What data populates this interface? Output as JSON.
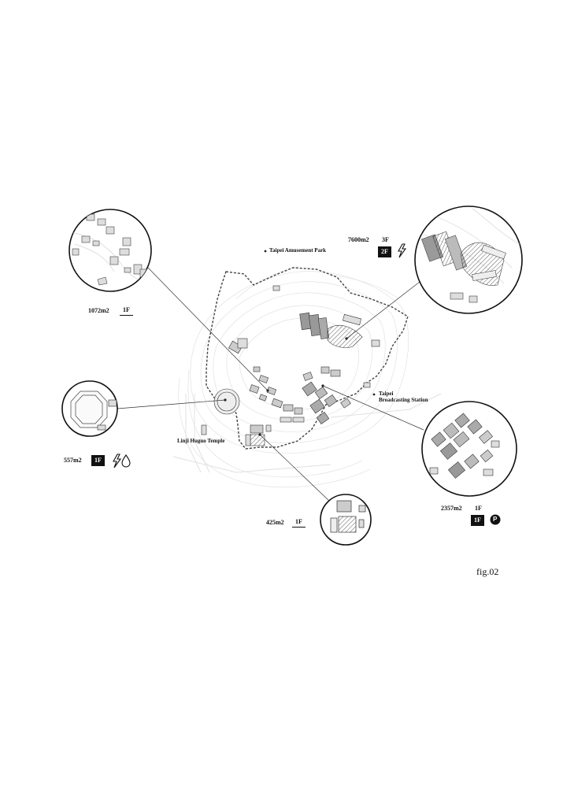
{
  "places": {
    "amusement_park": "Taipei Amusement Park",
    "broadcasting_line1": "Taipei",
    "broadcasting_line2": "Broadcasting Station",
    "temple": "Linji Huguo Temple"
  },
  "callouts": [
    {
      "id": "nw",
      "area": "1072m2",
      "floor": "1F",
      "icons": []
    },
    {
      "id": "ne",
      "area": "7600m2",
      "floor_top": "3F",
      "floor": "2F",
      "icons": [
        "lightning-icon"
      ]
    },
    {
      "id": "w",
      "area": "557m2",
      "floor": "1F",
      "icons": [
        "lightning-icon",
        "water-drop-icon"
      ]
    },
    {
      "id": "se",
      "area": "2357m2",
      "floor_top": "1F",
      "floor": "1F",
      "icons": [
        "parking-icon"
      ]
    },
    {
      "id": "s",
      "area": "425m2",
      "floor": "1F",
      "icons": []
    }
  ],
  "parking_letter": "P",
  "figure_label": "fig.02",
  "colors": {
    "ink": "#111111",
    "boundary": "#444444",
    "contour": "#d9d9d9",
    "building": "#bdbdbd"
  }
}
